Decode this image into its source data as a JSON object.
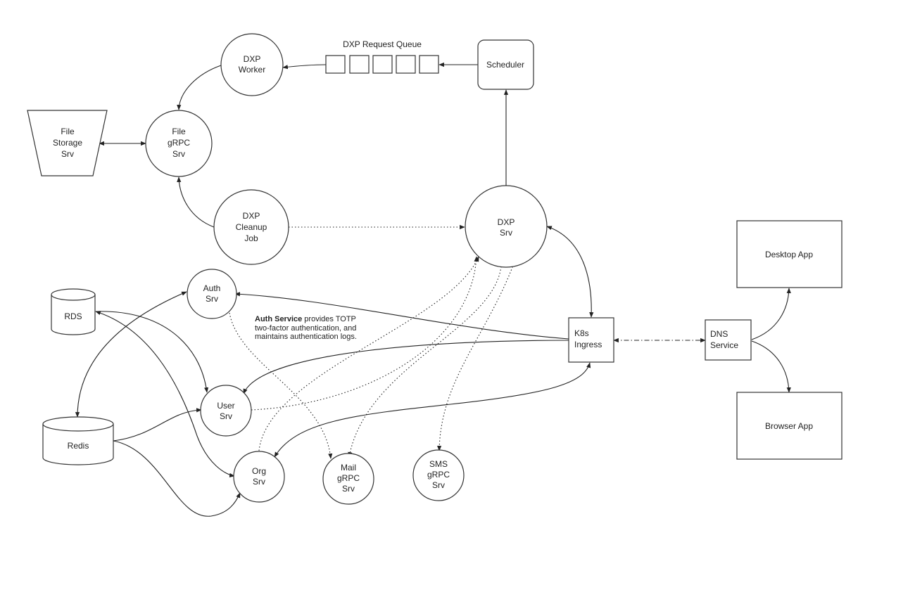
{
  "colors": {
    "stroke": "#333333",
    "text": "#222222",
    "background": "#ffffff"
  },
  "nodes": {
    "dxp_worker": {
      "label": [
        "DXP",
        "Worker"
      ]
    },
    "file_grpc": {
      "label": [
        "File",
        "gRPC",
        "Srv"
      ]
    },
    "file_storage": {
      "label": [
        "File",
        "Storage",
        "Srv"
      ]
    },
    "dxp_cleanup": {
      "label": [
        "DXP",
        "Cleanup",
        "Job"
      ]
    },
    "scheduler": {
      "label": [
        "Scheduler"
      ]
    },
    "dxp_srv": {
      "label": [
        "DXP",
        "Srv"
      ]
    },
    "auth_srv": {
      "label": [
        "Auth",
        "Srv"
      ]
    },
    "rds": {
      "label": [
        "RDS"
      ]
    },
    "redis": {
      "label": [
        "Redis"
      ]
    },
    "user_srv": {
      "label": [
        "User",
        "Srv"
      ]
    },
    "org_srv": {
      "label": [
        "Org",
        "Srv"
      ]
    },
    "mail_grpc": {
      "label": [
        "Mail",
        "gRPC",
        "Srv"
      ]
    },
    "sms_grpc": {
      "label": [
        "SMS",
        "gRPC",
        "Srv"
      ]
    },
    "k8s_ingress": {
      "label": [
        "K8s",
        "Ingress"
      ]
    },
    "dns_service": {
      "label": [
        "DNS",
        "Service"
      ]
    },
    "desktop_app": {
      "label": [
        "Desktop App"
      ]
    },
    "browser_app": {
      "label": [
        "Browser App"
      ]
    }
  },
  "queue": {
    "title": "DXP Request Queue",
    "slots": 5
  },
  "note": {
    "bold": "Auth Service",
    "rest": " provides  TOTP",
    "line2": "two-factor authentication, and",
    "line3": "maintains authentication logs."
  }
}
